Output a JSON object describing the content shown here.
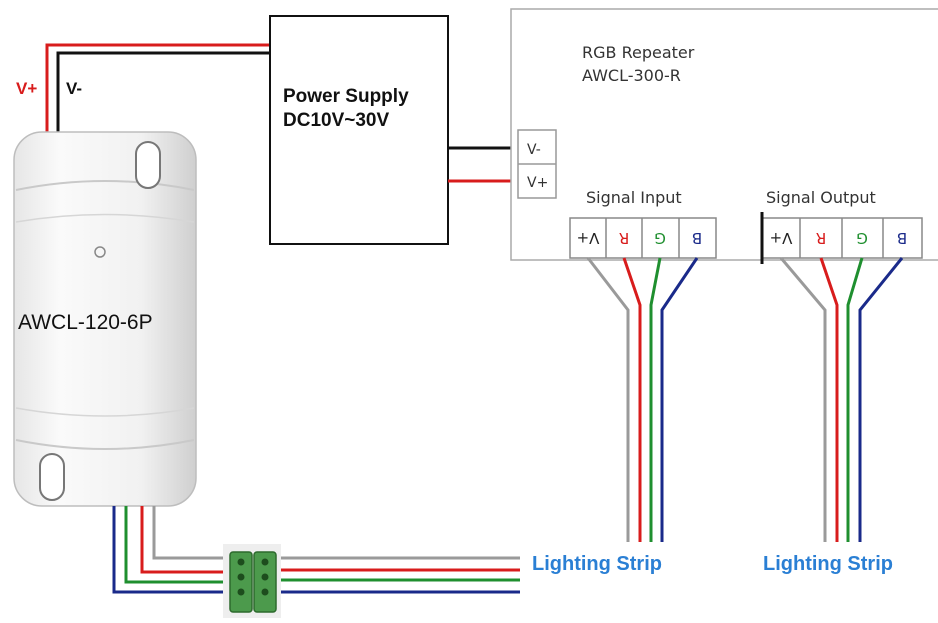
{
  "controller": {
    "model": "AWCL-120-6P"
  },
  "input_labels": {
    "positive": "V+",
    "negative": "V-"
  },
  "power_supply": {
    "line1": "Power Supply",
    "line2": "DC10V~30V"
  },
  "repeater": {
    "title_line1": "RGB Repeater",
    "title_line2": "AWCL-300-R",
    "power_terminals": [
      "V-",
      "V+"
    ],
    "signal_input_label": "Signal Input",
    "signal_output_label": "Signal Output",
    "input_terminals": [
      "V+",
      "R",
      "G",
      "B"
    ],
    "output_terminals": [
      "V+",
      "R",
      "G",
      "B"
    ]
  },
  "strips": [
    "Lighting Strip",
    "Lighting Strip"
  ],
  "colors": {
    "red_wire": "#d81c1c",
    "black_wire": "#111111",
    "gray_wire": "#9a9a9a",
    "green_wire": "#1f8f2f",
    "blue_wire": "#1a2a8a",
    "strip_label": "#2a7fd4",
    "connector": "#4c9a4c"
  }
}
